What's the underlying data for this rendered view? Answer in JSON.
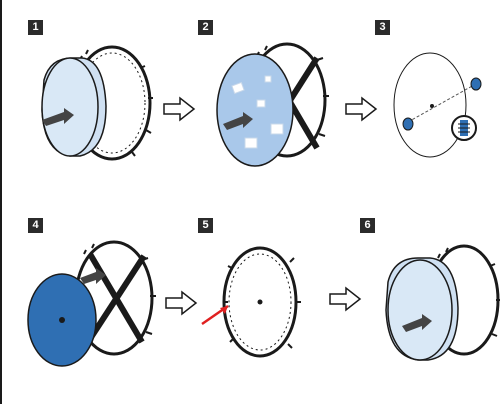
{
  "steps": [
    {
      "number": "1"
    },
    {
      "number": "2"
    },
    {
      "number": "3"
    },
    {
      "number": "4"
    },
    {
      "number": "5"
    },
    {
      "number": "6"
    }
  ],
  "colors": {
    "badge": "#2b2b2b",
    "light_blue_panel": "#cfe0f2",
    "dark_blue_panel": "#2f6fb3",
    "red_indicator": "#e02020",
    "outline": "#1a1a1a",
    "flow_arrow": "#ffffff"
  },
  "icons": {
    "flow": "right-hollow-arrow-icon",
    "insert": "push-arrow-icon"
  }
}
